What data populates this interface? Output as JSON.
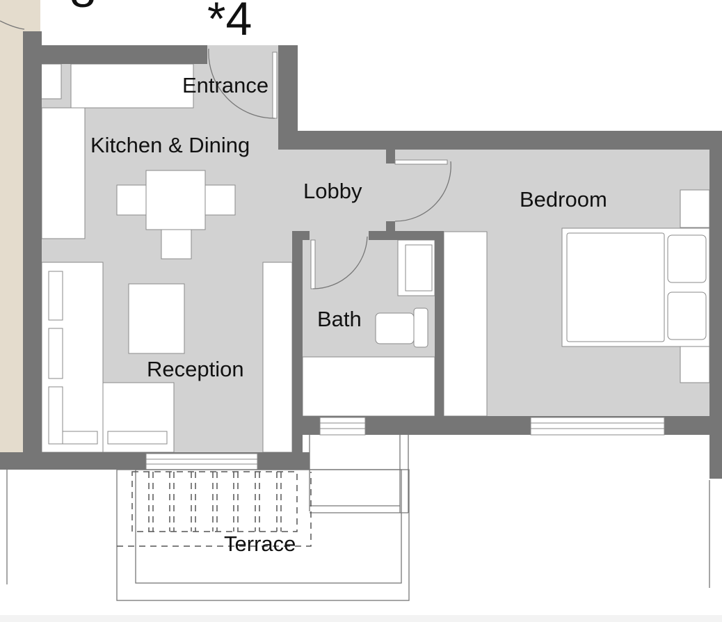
{
  "plan": {
    "unit_number": "*4",
    "neighbor_number_partial": "8",
    "rooms": {
      "entrance": "Entrance",
      "kitchen_dining": "Kitchen & Dining",
      "lobby": "Lobby",
      "bedroom": "Bedroom",
      "bath": "Bath",
      "reception": "Reception",
      "terrace": "Terrace"
    }
  },
  "colors": {
    "wall": "#767676",
    "floor": "#d2d2d2",
    "neighbor": "#e4dccd",
    "furniture": "#ffffff"
  }
}
